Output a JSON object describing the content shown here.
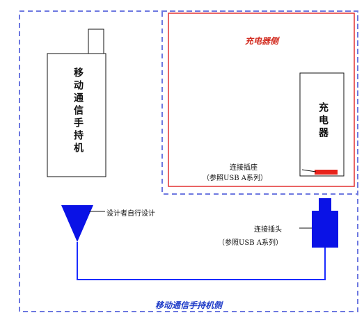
{
  "phone": {
    "label": "移动通信手持机"
  },
  "charger": {
    "label": "充电器"
  },
  "charger_side": {
    "title": "充电器侧"
  },
  "phone_side": {
    "title": "移动通信手持机侧"
  },
  "socket_label": {
    "line1": "连接插座",
    "line2": "（参照USB A系列）"
  },
  "plug_label": {
    "line1": "连接插头",
    "line2": "（参照USB A系列）"
  },
  "antenna_label": "设计者自行设计",
  "colors": {
    "red": "#e23030",
    "blue": "#0a12e6",
    "dash_blue": "#6d78e0",
    "line_blue": "#1a2cff"
  }
}
